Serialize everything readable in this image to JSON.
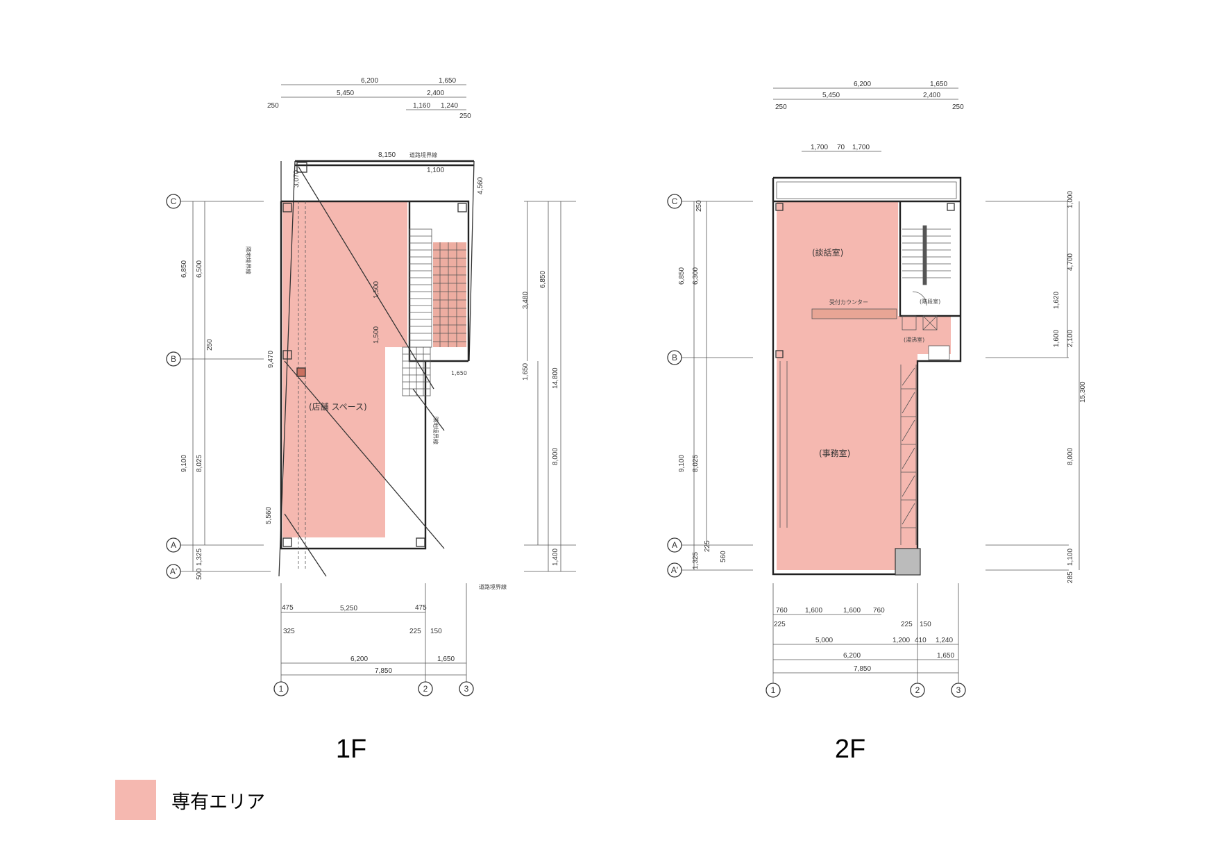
{
  "colors": {
    "exclusive_area": "#f5b8b0",
    "toilet_area": "#e8988a",
    "linework": "#333333"
  },
  "legend": {
    "label": "専有エリア"
  },
  "floor1": {
    "title": "1F",
    "room_label": "(店舗 スペース)",
    "grid_rows": [
      "C",
      "B",
      "A",
      "A'"
    ],
    "grid_cols": [
      "1",
      "2",
      "3"
    ],
    "dims": [
      "6,200",
      "1,650",
      "5,450",
      "2,400",
      "1,160",
      "1,240",
      "250",
      "250",
      "5,250",
      "6,200",
      "1,650",
      "7,850",
      "325",
      "225",
      "150",
      "475",
      "475",
      "6,850",
      "6,500",
      "9,470",
      "9,100",
      "8,025",
      "250",
      "1,325",
      "500",
      "5,560",
      "14,800",
      "6,850",
      "8,000",
      "1,400",
      "1,650",
      "3,480",
      "1,500",
      "1,500",
      "8,150",
      "1,100",
      "4,560",
      "3,070"
    ],
    "notes": [
      "道路境界線",
      "道路境界線",
      "隣地境界線",
      "隣地境界線",
      "1,650"
    ]
  },
  "floor2": {
    "title": "2F",
    "room_labels": [
      "(談話室)",
      "(事務室)",
      "受付カウンター",
      "(階段室)",
      "(湯沸室)"
    ],
    "grid_rows": [
      "C",
      "B",
      "A",
      "A'"
    ],
    "grid_cols": [
      "1",
      "2",
      "3"
    ],
    "dims": [
      "6,200",
      "1,650",
      "5,450",
      "2,400",
      "250",
      "250",
      "1,700",
      "70",
      "1,700",
      "760",
      "1,600",
      "1,600",
      "760",
      "5,000",
      "1,200",
      "410",
      "1,240",
      "6,200",
      "1,650",
      "7,850",
      "225",
      "225",
      "150",
      "6,850",
      "6,300",
      "9,100",
      "8,025",
      "1,325",
      "560",
      "250",
      "225",
      "15,300",
      "4,700",
      "2,100",
      "8,000",
      "1,100",
      "285",
      "1,000",
      "1,620",
      "1,600"
    ]
  }
}
